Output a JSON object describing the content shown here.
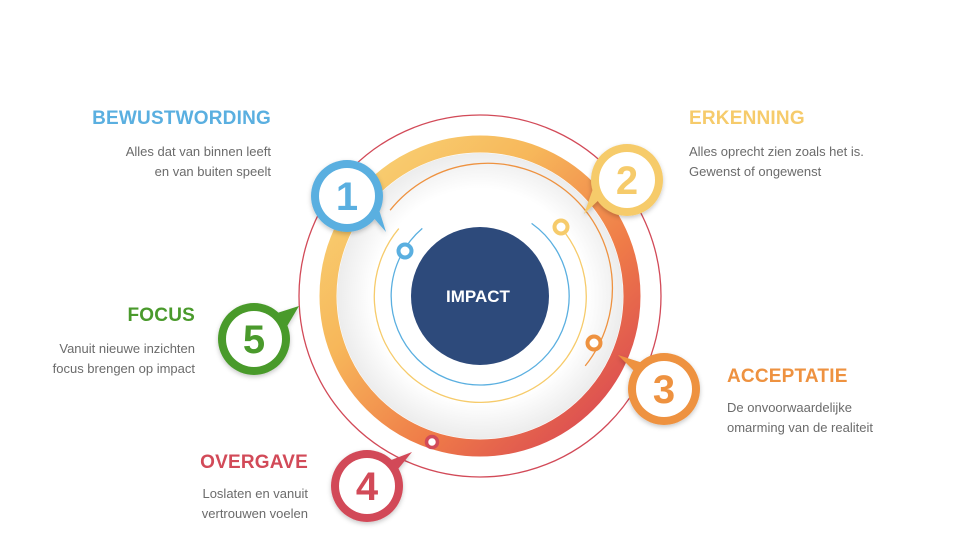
{
  "center": {
    "label": "IMPACT",
    "color": "#2d4a7b"
  },
  "colors": {
    "blue": "#5aafe0",
    "yellow": "#f6cb6b",
    "orange": "#ee9240",
    "red": "#d24a58",
    "green": "#4a9a2c"
  },
  "steps": [
    {
      "number": "1",
      "title": "BEWUSTWORDING",
      "desc_line1": "Alles dat van binnen leeft",
      "desc_line2": "en van buiten speelt",
      "color": "#5aafe0"
    },
    {
      "number": "2",
      "title": "ERKENNING",
      "desc_line1": "Alles oprecht zien zoals het is.",
      "desc_line2": "Gewenst of ongewenst",
      "color": "#f6cb6b"
    },
    {
      "number": "3",
      "title": "ACCEPTATIE",
      "desc_line1": "De onvoorwaardelijke",
      "desc_line2": "omarming van de realiteit",
      "color": "#ee9240"
    },
    {
      "number": "4",
      "title": "OVERGAVE",
      "desc_line1": "Loslaten en vanuit",
      "desc_line2": "vertrouwen voelen",
      "color": "#d24a58"
    },
    {
      "number": "5",
      "title": "FOCUS",
      "desc_line1": "Vanuit nieuwe inzichten",
      "desc_line2": "focus brengen op impact",
      "color": "#4a9a2c"
    }
  ]
}
